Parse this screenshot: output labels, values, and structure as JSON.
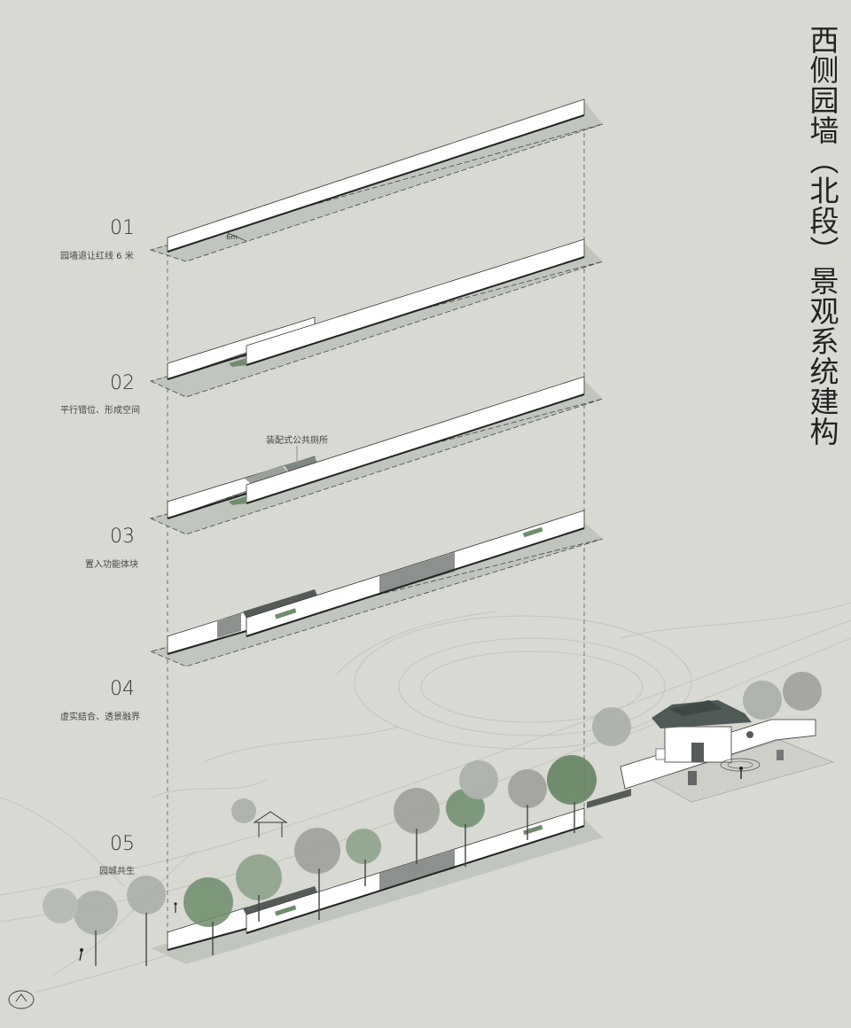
{
  "title": "西侧园墙（北段）景观系统建构",
  "steps": [
    {
      "number": "01",
      "caption": "园墙退让红线 6 米"
    },
    {
      "number": "02",
      "caption": "平行错位、形成空间"
    },
    {
      "number": "03",
      "caption": "置入功能体块"
    },
    {
      "number": "04",
      "caption": "虚实结合、透景融界"
    },
    {
      "number": "05",
      "caption": "园城共生"
    }
  ],
  "annotations": {
    "setback": "6m",
    "toilet": "装配式公共厕所"
  },
  "colors": {
    "background": "#d9d9d4",
    "wall": "#ffffff",
    "shadow": "#b9bfb7",
    "tree_green": "#6f8d6c",
    "roof": "#4f5a56"
  }
}
